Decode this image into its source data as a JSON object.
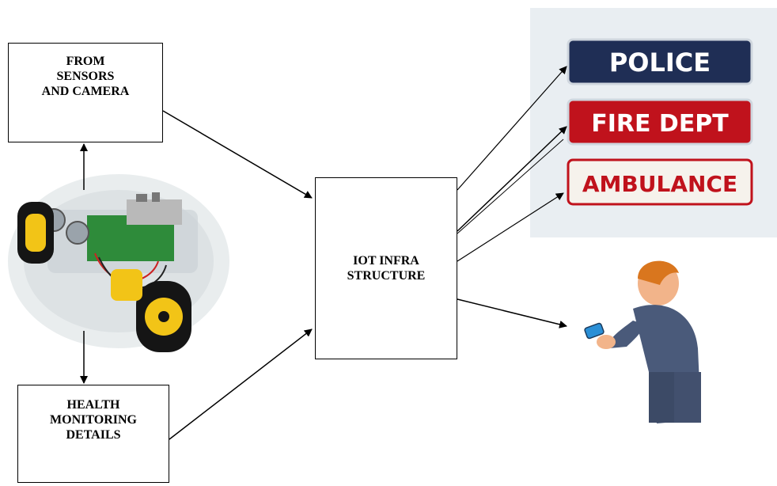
{
  "sensor_box": {
    "lines": [
      "FROM",
      "SENSORS",
      "AND CAMERA"
    ]
  },
  "health_box": {
    "lines": [
      "HEALTH",
      "MONITORING",
      "DETAILS"
    ]
  },
  "iot_box": {
    "lines": [
      "IOT INFRA",
      "STRUCTURE"
    ]
  },
  "plates": [
    {
      "label": "POLICE",
      "bg": "#1f2e55",
      "text_color": "#ffffff"
    },
    {
      "label": "FIRE DEPT",
      "bg": "#c0121c",
      "text_color": "#ffffff"
    },
    {
      "label": "AMBULANCE",
      "bg": "#f6f2ec",
      "text_color": "#c0121c"
    }
  ],
  "colors": {
    "robot_wheel": "#f2c417",
    "robot_board": "#2e8b3a",
    "person_suit": "#4a5a7a"
  }
}
